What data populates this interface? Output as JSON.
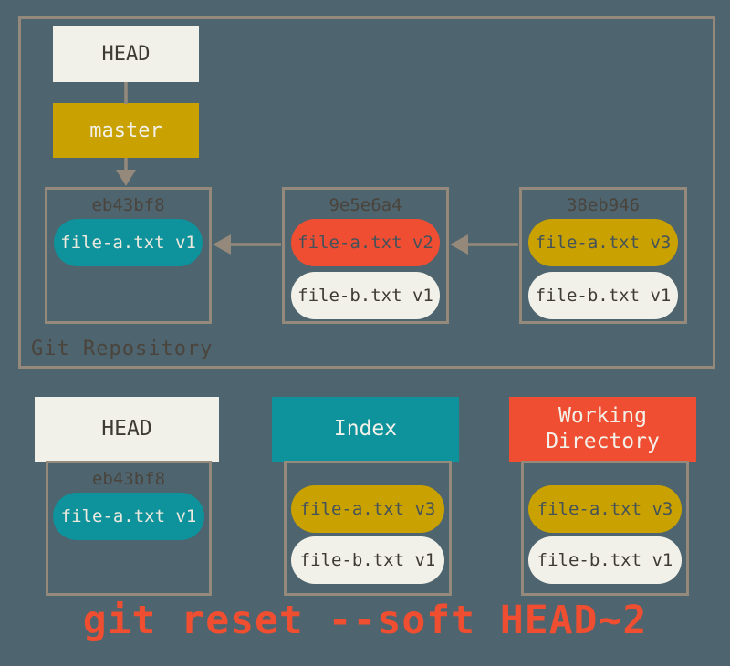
{
  "colors": {
    "bg": "#4e646e",
    "line": "#95897b",
    "offwhite": "#f2f1e9",
    "gold": "#c9a100",
    "teal": "#0e929c",
    "red": "#f04e32",
    "dark-text": "#3e3a34",
    "hash-text": "#4a443c",
    "light-text": "#eceade",
    "slate-text": "#44525a",
    "caption": "#f04e30"
  },
  "repository": {
    "label": "Git Repository",
    "head": "HEAD",
    "branch": "master",
    "commits": [
      {
        "hash": "eb43bf8",
        "files": [
          {
            "label": "file-a.txt v1",
            "color": "teal"
          }
        ]
      },
      {
        "hash": "9e5e6a4",
        "files": [
          {
            "label": "file-a.txt v2",
            "color": "red"
          },
          {
            "label": "file-b.txt v1",
            "color": "offwhite"
          }
        ]
      },
      {
        "hash": "38eb946",
        "files": [
          {
            "label": "file-a.txt v3",
            "color": "gold"
          },
          {
            "label": "file-b.txt v1",
            "color": "offwhite"
          }
        ]
      }
    ]
  },
  "areas": {
    "head": {
      "title": "HEAD",
      "hash": "eb43bf8",
      "files": [
        {
          "label": "file-a.txt v1",
          "color": "teal"
        }
      ]
    },
    "index": {
      "title": "Index",
      "files": [
        {
          "label": "file-a.txt v3",
          "color": "gold"
        },
        {
          "label": "file-b.txt v1",
          "color": "offwhite"
        }
      ]
    },
    "working_directory": {
      "title": "Working Directory",
      "files": [
        {
          "label": "file-a.txt v3",
          "color": "gold"
        },
        {
          "label": "file-b.txt v1",
          "color": "offwhite"
        }
      ]
    }
  },
  "caption": "git reset --soft HEAD~2"
}
